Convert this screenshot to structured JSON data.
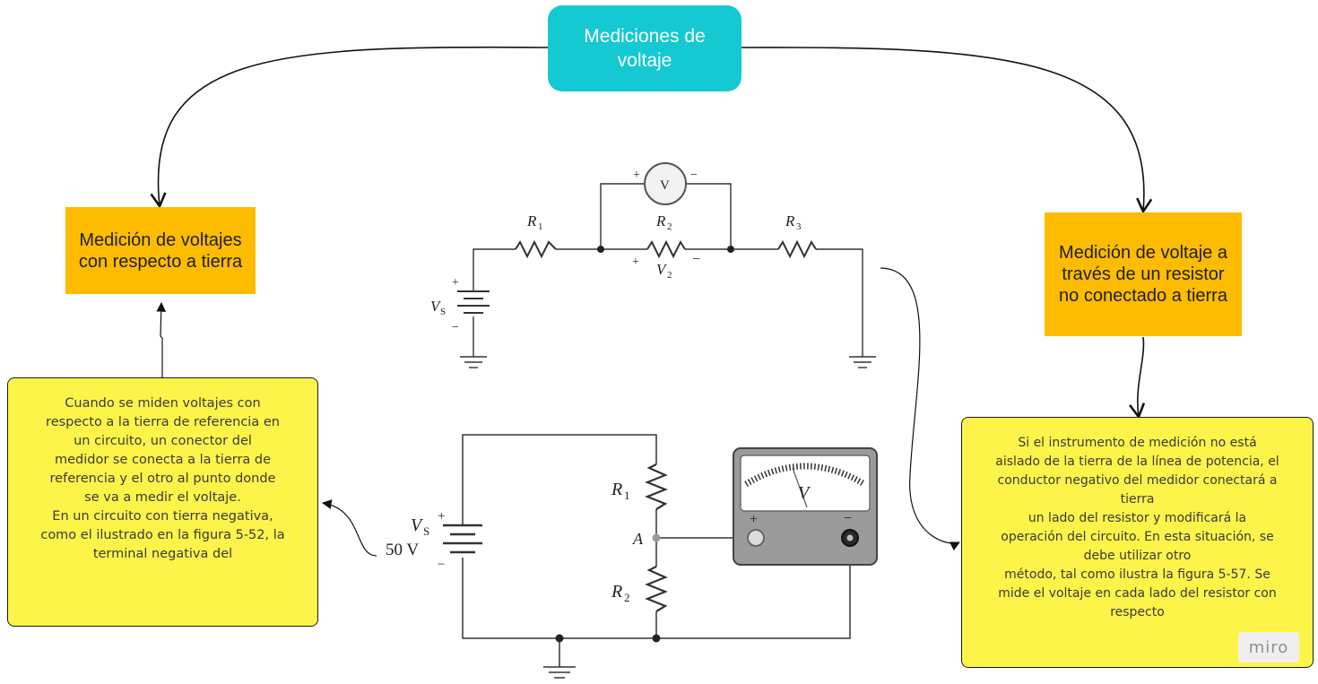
{
  "nodes": {
    "title": "Mediciones de voltaje",
    "left_heading": "Medición de voltajes con respecto a tierra",
    "right_heading": "Medición de voltaje a través de un resistor no conectado a tierra"
  },
  "notes": {
    "left_lines": [
      "Cuando se miden voltajes con",
      "respecto a la tierra de referencia en",
      "un circuito, un conector del",
      "medidor se conecta a la tierra de",
      "referencia y el otro al punto donde",
      "se va a medir el voltaje.",
      "En un circuito con tierra negativa,",
      "como el ilustrado en la figura 5-52, la",
      "terminal negativa del"
    ],
    "right_lines": [
      "Si el instrumento de medición no está",
      "aislado de la tierra de la línea de potencia, el",
      "conductor negativo del medidor conectará a",
      "tierra",
      "un lado del resistor y modificará la",
      "operación del circuito. En esta situación, se",
      "debe utilizar otro",
      "método, tal como ilustra la figura 5-57. Se",
      "mide el voltaje en cada lado del resistor con",
      "respecto"
    ]
  },
  "figure_top": {
    "meter": "V",
    "plus": "+",
    "minus": "−",
    "r1": "R",
    "r1_sub": "1",
    "r2": "R",
    "r2_sub": "2",
    "r3": "R",
    "r3_sub": "3",
    "v2": "V",
    "v2_sub": "2",
    "vs": "V",
    "vs_sub": "S"
  },
  "figure_bottom": {
    "vs": "V",
    "vs_sub": "S",
    "vs_value": "50 V",
    "r1": "R",
    "r1_sub": "1",
    "r2": "R",
    "r2_sub": "2",
    "node_a": "A",
    "meter_label": "V",
    "plus": "+",
    "minus": "−"
  },
  "watermark": "miro",
  "colors": {
    "title_node": "#14c9d2",
    "heading_node": "#fdbc00",
    "sticky_note": "#fdf449"
  }
}
